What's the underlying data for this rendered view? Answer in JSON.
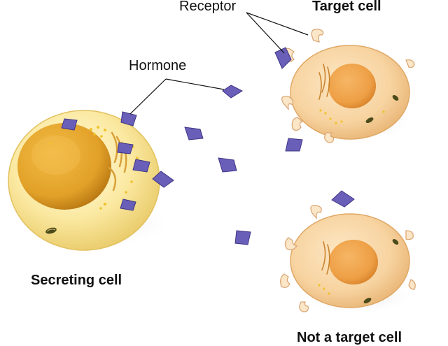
{
  "labels": {
    "receptor": "Receptor",
    "target_cell": "Target cell",
    "hormone": "Hormone",
    "secreting_cell": "Secreting cell",
    "not_target_cell": "Not a target cell"
  },
  "colors": {
    "hormone_fill": "#6a5fb8",
    "hormone_dark": "#3e3585",
    "secreting_cell_body": "#fbe9a2",
    "secreting_nucleus": "#e2a128",
    "target_cell_body": "#f7d3a0",
    "target_nucleus": "#ee9f45",
    "receptor_fill": "#fbe6c8"
  }
}
